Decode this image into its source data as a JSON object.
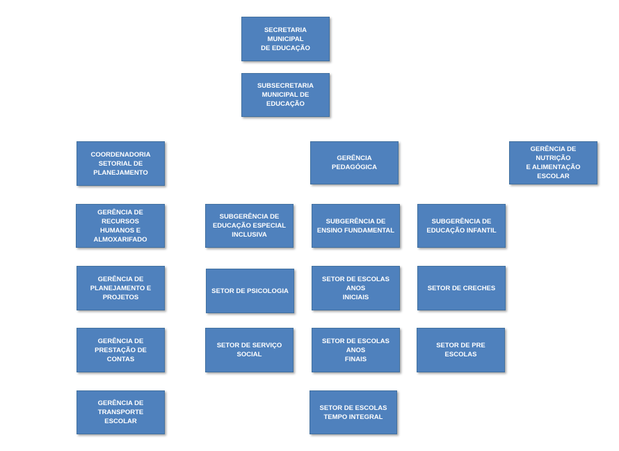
{
  "secretaria": {
    "line1": "SECRETARIA MUNICIPAL",
    "line2": "DE EDUCAÇÃO"
  },
  "subsecretaria": {
    "line1": "SUBSECRETARIA",
    "line2": "MUNICIPAL DE",
    "line3": "EDUCAÇÃO"
  },
  "coordenadoria": {
    "line1": "COORDENADORIA",
    "line2": "SETORIAL DE",
    "line3": "PLANEJAMENTO"
  },
  "gerencia_pedagogica": {
    "line1": "GERÊNCIA PEDAGÓGICA"
  },
  "gerencia_nutricao": {
    "line1": "GERÊNCIA DE NUTRIÇÃO",
    "line2": "E ALIMENTAÇÃO",
    "line3": "ESCOLAR"
  },
  "gerencia_rh": {
    "line1": "GERÊNCIA DE RECURSOS",
    "line2": "HUMANOS E",
    "line3": "ALMOXARIFADO"
  },
  "gerencia_planejamento": {
    "line1": "GERÊNCIA DE",
    "line2": "PLANEJAMENTO E",
    "line3": "PROJETOS"
  },
  "gerencia_contas": {
    "line1": "GERÊNCIA DE",
    "line2": "PRESTAÇÃO DE CONTAS"
  },
  "gerencia_transporte": {
    "line1": "GERÊNCIA DE",
    "line2": "TRANSPORTE ESCOLAR"
  },
  "subgerencia_especial": {
    "line1": "SUBGERÊNCIA DE",
    "line2": "EDUCAÇÃO ESPECIAL",
    "line3": "INCLUSIVA"
  },
  "setor_psicologia": {
    "line1": "SETOR DE PSICOLOGIA"
  },
  "setor_servico_social": {
    "line1": "SETOR DE SERVIÇO",
    "line2": "SOCIAL"
  },
  "subgerencia_fundamental": {
    "line1": "SUBGERÊNCIA DE",
    "line2": "ENSINO FUNDAMENTAL"
  },
  "setor_anos_iniciais": {
    "line1": "SETOR DE ESCOLAS ANOS",
    "line2": "INICIAIS"
  },
  "setor_anos_finais": {
    "line1": "SETOR DE ESCOLAS ANOS",
    "line2": "FINAIS"
  },
  "setor_tempo_integral": {
    "line1": "SETOR DE ESCOLAS",
    "line2": "TEMPO INTEGRAL"
  },
  "subgerencia_infantil": {
    "line1": "SUBGERÊNCIA DE",
    "line2": "EDUCAÇÃO INFANTIL"
  },
  "setor_creches": {
    "line1": "SETOR DE CRECHES"
  },
  "setor_pre_escolas": {
    "line1": "SETOR DE PRE ESCOLAS"
  }
}
